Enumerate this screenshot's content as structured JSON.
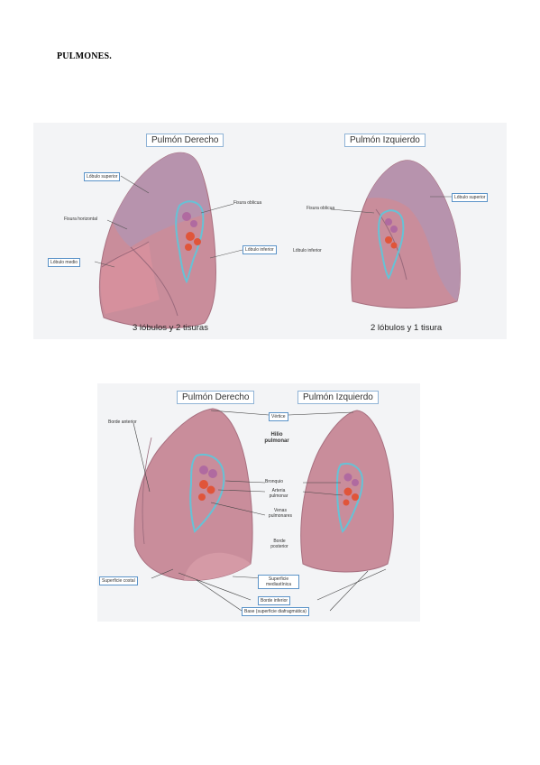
{
  "page_title": "PULMONES.",
  "figure1": {
    "header_right_lung": "Pulmón Derecho",
    "header_left_lung": "Pulmón Izquierdo",
    "labels": {
      "lobulo_superior_r": "Lóbulo superior",
      "fisura_horizontal": "Fisura horizontal",
      "lobulo_medio": "Lóbulo medio",
      "fisura_oblicua_r": "Fisura oblicua",
      "lobulo_inferior_r": "Lóbulo inferior",
      "lobulo_inferior_l": "Lóbulo inferior",
      "fisura_oblicua_l": "Fisura oblicua",
      "lobulo_superior_l": "Lóbulo superior"
    },
    "caption_right": "3 lóbulos y 2 tisuras",
    "caption_left": "2 lóbulos y 1 tisura"
  },
  "figure2": {
    "header_right_lung": "Pulmón Derecho",
    "header_left_lung": "Pulmón Izquierdo",
    "labels": {
      "borde_anterior": "Borde anterior",
      "vertice": "Vértice",
      "hilio_pulmonar": "Hilio pulmonar",
      "bronquio": "Bronquio",
      "arteria_pulmonar": "Arteria pulmonar",
      "venas_pulmonares": "Venas pulmonares",
      "borde_posterior": "Borde posterior",
      "superficie_costal": "Superficie costal",
      "superficie_mediastinica": "Superficie mediastínica",
      "borde_inferior": "Borde inferior",
      "base": "Base (superficie diafragmática)"
    }
  },
  "colors": {
    "lung_base": "#c98d9b",
    "lung_upper": "#b694ae",
    "lung_middle": "#d6909d",
    "hilum_outline": "#66c2d6",
    "artery": "#e0553a",
    "vein_purple": "#b06aa0",
    "label_box_border": "#5b93c8",
    "figure_background": "#f3f4f6"
  }
}
